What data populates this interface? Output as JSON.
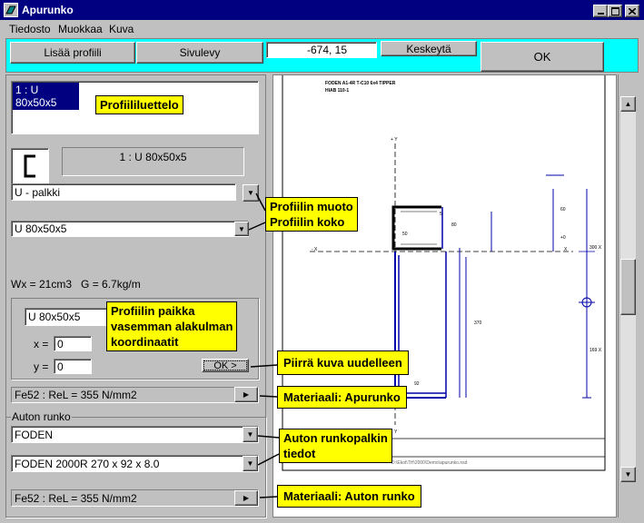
{
  "window": {
    "title": "Apurunko"
  },
  "menu": [
    "Tiedosto",
    "Muokkaa",
    "Kuva"
  ],
  "toolbar": {
    "add_profile": "Lisää profiili",
    "side_plate": "Sivulevy",
    "coords": "-674, 15",
    "abort": "Keskeytä",
    "ok": "OK",
    "accent": "#00ffff"
  },
  "profile_list": {
    "items": [
      "1 : U 80x50x5"
    ]
  },
  "profile_name_display": "1 : U 80x50x5",
  "shape_select": "U - palkki",
  "size_select": "U 80x50x5",
  "props": "Wx = 21cm3   G = 6.7kg/m",
  "position_group": {
    "profile": "U 80x50x5",
    "x_label": "x =",
    "x_value": "0",
    "y_label": "y =",
    "y_value": "0",
    "ok_button": "OK >"
  },
  "material_sub": "Fe52 : ReL = 355 N/mm2",
  "chassis": {
    "group_label": "Auton runko",
    "make": "FODEN",
    "model": "FODEN 2000R  270 x 92 x 8.0",
    "material": "Fe52 : ReL = 355 N/mm2"
  },
  "callouts": {
    "list": "Profiililuettelo",
    "shape": "Profiilin muoto",
    "size": "Profiilin koko",
    "position1": "Profiilin paikka",
    "position2": "vasemman alakulman",
    "position3": "koordinaatit",
    "redraw": "Piirrä kuva uudelleen",
    "material_sub": "Materiaali: Apurunko",
    "chassis1": "Auton runkopalkin",
    "chassis2": "tiedot",
    "material_chassis": "Materiaali: Auton runko"
  },
  "drawing": {
    "header1": "FODEN A1-4R T-C10 6x4 TIPPER",
    "header2": "HIAB  110-1",
    "y_axis": "+ Y",
    "x_axis_left": "- X",
    "x_axis_right": "X",
    "dims": [
      "60",
      "80",
      "5",
      "50",
      "+0",
      "300 X",
      "370",
      "169 X",
      "92",
      "Y"
    ],
    "footer": "D:\\Ekot\\TH\\2000\\Demo\\apurunko.nsd"
  }
}
